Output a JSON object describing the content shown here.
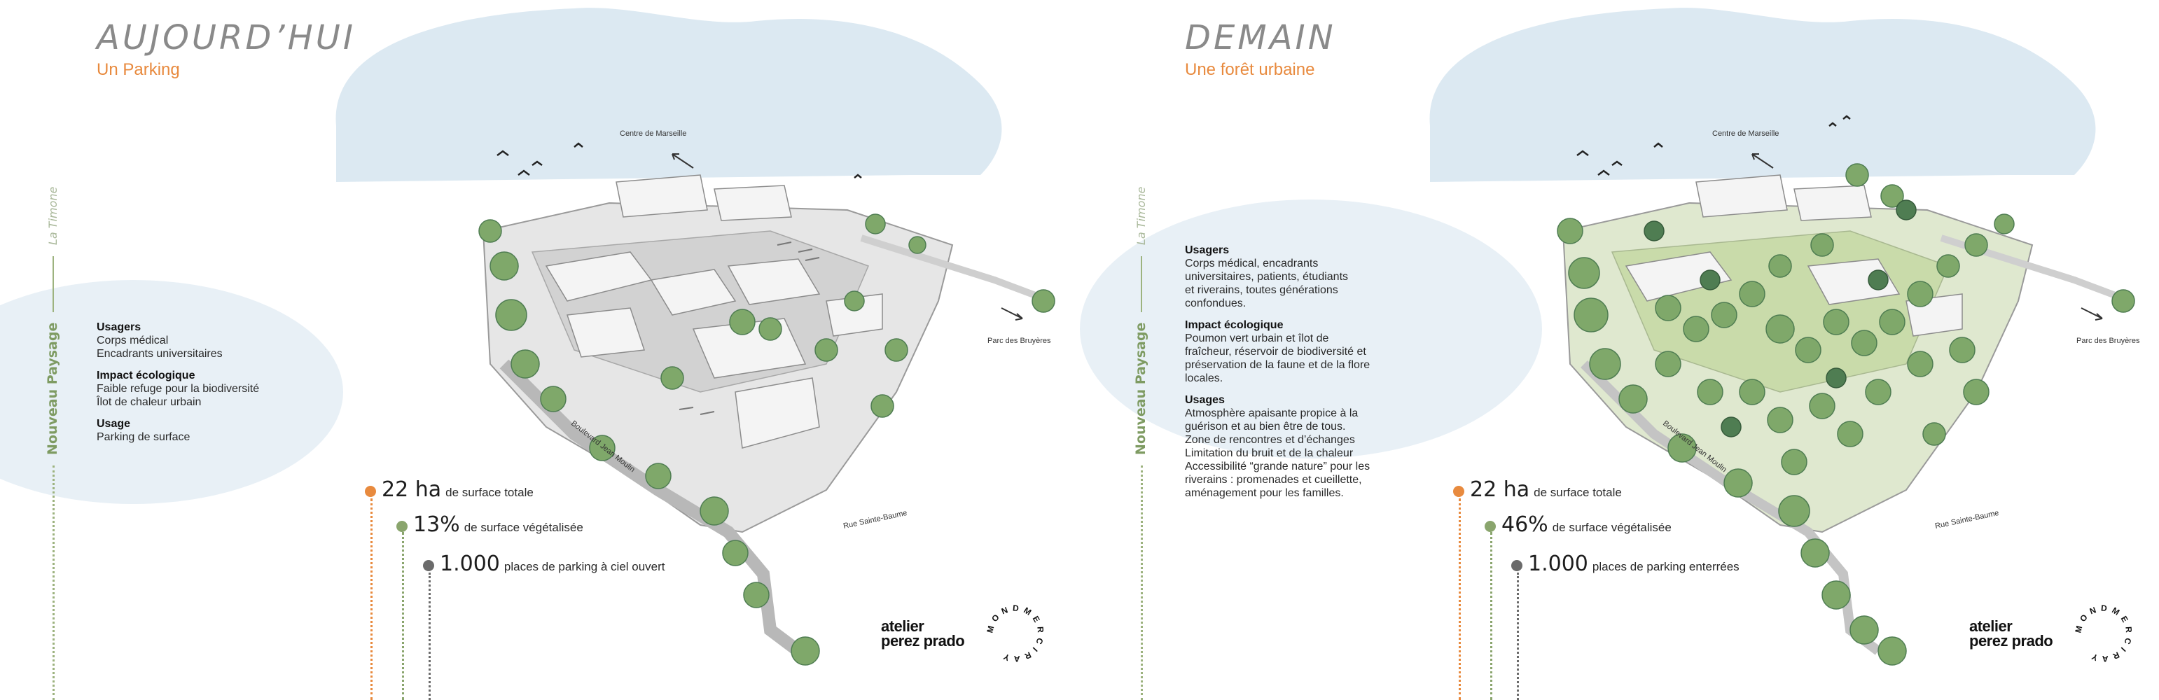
{
  "left": {
    "heading": "AUJOURD’HUI",
    "subheading": "Un Parking",
    "side_label_top": "La Timone",
    "side_label_main": "Nouveau Paysage",
    "info": {
      "users_title": "Usagers",
      "users_lines": [
        "Corps médical",
        "Encadrants universitaires"
      ],
      "impact_title": "Impact écologique",
      "impact_lines": [
        "Faible refuge pour la biodiversité",
        "Îlot de chaleur urbain"
      ],
      "usage_title": "Usage",
      "usage_lines": [
        "Parking de surface"
      ]
    },
    "stats": [
      {
        "big": "22 ha",
        "small": "de surface totale",
        "color": "#e88a3e"
      },
      {
        "big": "13%",
        "small": "de surface végétalisée",
        "color": "#8aa56d"
      },
      {
        "big": "1.000",
        "small": "places de parking à ciel ouvert",
        "color": "#6b6b6b"
      }
    ],
    "map_labels": {
      "north": "Centre de Marseille",
      "east": "Parc des Bruyères",
      "boulevard": "Boulevard Jean Moulin",
      "rue": "Rue Sainte-Baume"
    },
    "brand": {
      "line1": "atelier",
      "line2": "perez prado"
    },
    "ring_text": "MONDMERCIRAY"
  },
  "right": {
    "heading": "DEMAIN",
    "subheading": "Une forêt urbaine",
    "side_label_top": "La Timone",
    "side_label_main": "Nouveau Paysage",
    "info": {
      "users_title": "Usagers",
      "users_lines": [
        "Corps médical, encadrants",
        "universitaires, patients, étudiants",
        "et riverains, toutes générations",
        "confondues."
      ],
      "impact_title": "Impact écologique",
      "impact_lines": [
        "Poumon vert urbain et îlot de",
        "fraîcheur, réservoir de biodiversité et",
        "préservation de la faune et de la flore",
        "locales."
      ],
      "usage_title": "Usages",
      "usage_lines": [
        "Atmosphère apaisante propice à la",
        "guérison et au bien être de tous.",
        "Zone de rencontres et d’échanges",
        "Limitation du bruit et de la chaleur",
        "Accessibilité “grande nature” pour les",
        "riverains : promenades et cueillette,",
        "aménagement pour les familles."
      ]
    },
    "stats": [
      {
        "big": "22 ha",
        "small": "de surface totale",
        "color": "#e88a3e"
      },
      {
        "big": "46%",
        "small": "de surface végétalisée",
        "color": "#8aa56d"
      },
      {
        "big": "1.000",
        "small": "places de parking enterrées",
        "color": "#6b6b6b"
      }
    ],
    "map_labels": {
      "north": "Centre de Marseille",
      "east": "Parc des Bruyères",
      "boulevard": "Boulevard Jean Moulin",
      "rue": "Rue Sainte-Baume"
    },
    "brand": {
      "line1": "atelier",
      "line2": "perez prado"
    },
    "ring_text": "MONDMERCIRAY"
  },
  "colors": {
    "accent_orange": "#e88a3e",
    "accent_green": "#8aa56d",
    "sky_blue": "#dce9f2",
    "tree_green": "#7fa86a",
    "tree_dark": "#4f7d52"
  }
}
